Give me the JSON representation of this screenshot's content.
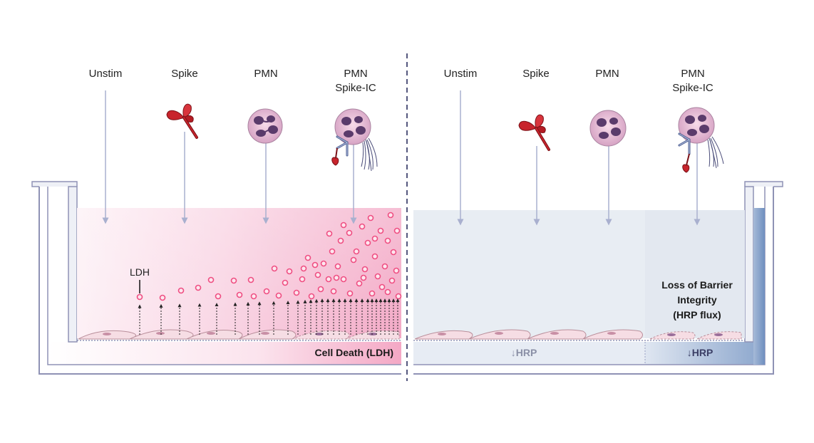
{
  "left_panel": {
    "conditions": [
      {
        "line1": "Unstim",
        "line2": ""
      },
      {
        "line1": "Spike",
        "line2": ""
      },
      {
        "line1": "PMN",
        "line2": ""
      },
      {
        "line1": "PMN",
        "line2": "Spike-IC"
      }
    ],
    "ldh_label": "LDH",
    "bottom_label": "Cell Death (LDH)"
  },
  "right_panel": {
    "conditions": [
      {
        "line1": "Unstim",
        "line2": ""
      },
      {
        "line1": "Spike",
        "line2": ""
      },
      {
        "line1": "PMN",
        "line2": ""
      },
      {
        "line1": "PMN",
        "line2": "Spike-IC"
      }
    ],
    "barrier_label": [
      "Loss of Barrier",
      "Integrity",
      "(HRP flux)"
    ],
    "hrp_low": {
      "arrow": "↓",
      "text": "HRP"
    },
    "hrp_high": {
      "arrow": "↓",
      "text": "HRP"
    }
  },
  "colors": {
    "pink": "#ef4e82",
    "line": "#a9b0cf",
    "well": "#8f92b5",
    "blue": "#9fb3d3"
  }
}
